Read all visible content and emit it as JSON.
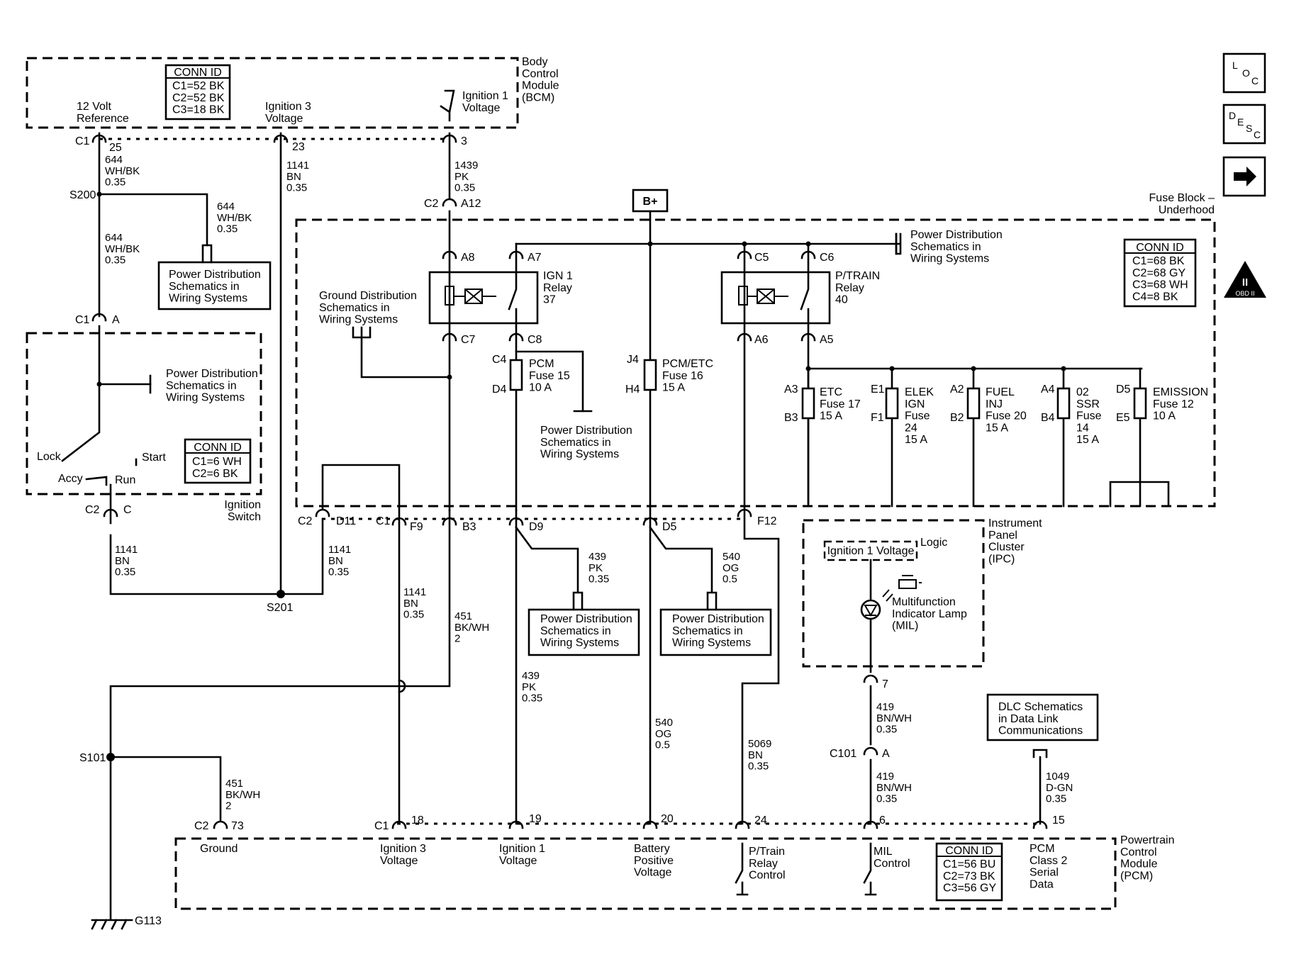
{
  "modules": {
    "bcm": {
      "name": "Body\nControl\nModule\n(BCM)"
    },
    "fuse_block": {
      "name": "Fuse Block –\nUnderhood"
    },
    "ignition_switch": {
      "name": "Ignition\nSwitch"
    },
    "ipc": {
      "name": "Instrument\nPanel\nCluster\n(IPC)"
    },
    "pcm": {
      "name": "Powertrain\nControl\nModule\n(PCM)"
    }
  },
  "conn_ids": {
    "bcm": {
      "title": "CONN ID",
      "lines": "C1=52 BK\nC2=52 BK\nC3=18 BK"
    },
    "fuse_block": {
      "title": "CONN ID",
      "lines": "C1=68 BK\nC2=68 GY\nC3=68 WH\nC4=8 BK"
    },
    "ignition_switch": {
      "title": "CONN ID",
      "lines": "C1=6 WH\nC2=6 BK"
    },
    "pcm": {
      "title": "CONN ID",
      "lines": "C1=56 BU\nC2=73 BK\nC3=56 GY"
    }
  },
  "nav": {
    "loc": "LOC",
    "desc": "DESC",
    "obd": "OBD II",
    "obd_mark": "II"
  },
  "battery": "B+",
  "ref_boxes": {
    "pd_text": "Power Distribution\nSchematics in\nWiring Systems",
    "gd_text": "Ground Distribution\nSchematics in\nWiring Systems",
    "dlc_text": "DLC Schematics\nin Data Link\nCommunications"
  },
  "labels": {
    "bcm_12v_ref": "12 Volt\nReference",
    "bcm_ign3": "Ignition 3\nVoltage",
    "bcm_ign1": "Ignition 1\nVoltage",
    "lock": "Lock",
    "start": "Start",
    "accy": "Accy",
    "run": "Run",
    "ign1_relay": "IGN 1\nRelay\n37",
    "ptrain_relay": "P/TRAIN\nRelay\n40",
    "pcm_fuse15": "PCM\nFuse 15\n10 A",
    "pcm_etc_fuse16": "PCM/ETC\nFuse 16\n15 A",
    "etc_fuse17": "ETC\nFuse 17\n15 A",
    "elek_ign_fuse24": "ELEK\nIGN\nFuse\n24\n15 A",
    "fuel_inj_fuse20": "FUEL\nINJ\nFuse 20\n15 A",
    "o2_ssr_fuse14": "02\nSSR\nFuse\n14\n15 A",
    "emission_fuse12": "EMISSION\nFuse 12\n10 A",
    "ipc_ign1_voltage": "Ignition 1 Voltage",
    "logic": "Logic",
    "mil": "Multifunction\nIndicator Lamp\n(MIL)",
    "pcm_ground": "Ground",
    "pcm_ign3": "Ignition 3\nVoltage",
    "pcm_ign1": "Ignition 1\nVoltage",
    "pcm_batt": "Battery\nPositive\nVoltage",
    "pcm_ptrain": "P/Train\nRelay\nControl",
    "pcm_mil": "MIL\nControl",
    "pcm_class2": "PCM\nClass 2\nSerial\nData"
  },
  "wires": {
    "w644a": "644\nWH/BK\n0.35",
    "w644b": "644\nWH/BK\n0.35",
    "w644c": "644\nWH/BK\n0.35",
    "w1141a": "1141\nBN\n0.35",
    "w1439": "1439\nPK\n0.35",
    "w1141b": "1141\nBN\n0.35",
    "w1141c": "1141\nBN\n0.35",
    "w1141d": "1141\nBN\n0.35",
    "w451a": "451\nBK/WH\n2",
    "w439a": "439\nPK\n0.35",
    "w540a": "540\nOG\n0.5",
    "w439b": "439\nPK\n0.35",
    "w540b": "540\nOG\n0.5",
    "w5069": "5069\nBN\n0.35",
    "w419a": "419\nBN/WH\n0.35",
    "w419b": "419\nBN/WH\n0.35",
    "w1049": "1049\nD-GN\n0.35",
    "w451b": "451\nBK/WH\n2"
  },
  "connectors": {
    "bcm_c1": "C1",
    "bcm_p25": "25",
    "bcm_p23": "23",
    "bcm_p3": "3",
    "s200": "S200",
    "fb_c2": "C2",
    "fb_a12": "A12",
    "a8": "A8",
    "a7": "A7",
    "c7": "C7",
    "c8": "C8",
    "c5": "C5",
    "c6": "C6",
    "a6": "A6",
    "a5": "A5",
    "c4": "C4",
    "d4": "D4",
    "j4": "J4",
    "h4": "H4",
    "a3": "A3",
    "b3f": "B3",
    "e1": "E1",
    "f1": "F1",
    "a2": "A2",
    "b2": "B2",
    "a4": "A4",
    "b4": "B4",
    "d5f": "D5",
    "e5": "E5",
    "isw_c1": "C1",
    "isw_a": "A",
    "isw_c2": "C2",
    "isw_c": "C",
    "fb_c2b": "C2",
    "d11": "D11",
    "fb_c1": "C1",
    "f9": "F9",
    "b3": "B3",
    "d9": "D9",
    "d5": "D5",
    "f12": "F12",
    "s201": "S201",
    "s101": "S101",
    "g113": "G113",
    "ipc_7": "7",
    "c101": "C101",
    "c101_a": "A",
    "pcm_c2": "C2",
    "pcm_73": "73",
    "pcm_c1": "C1",
    "pcm_18": "18",
    "pcm_19": "19",
    "pcm_20": "20",
    "pcm_24": "24",
    "pcm_6": "6",
    "pcm_15": "15"
  }
}
